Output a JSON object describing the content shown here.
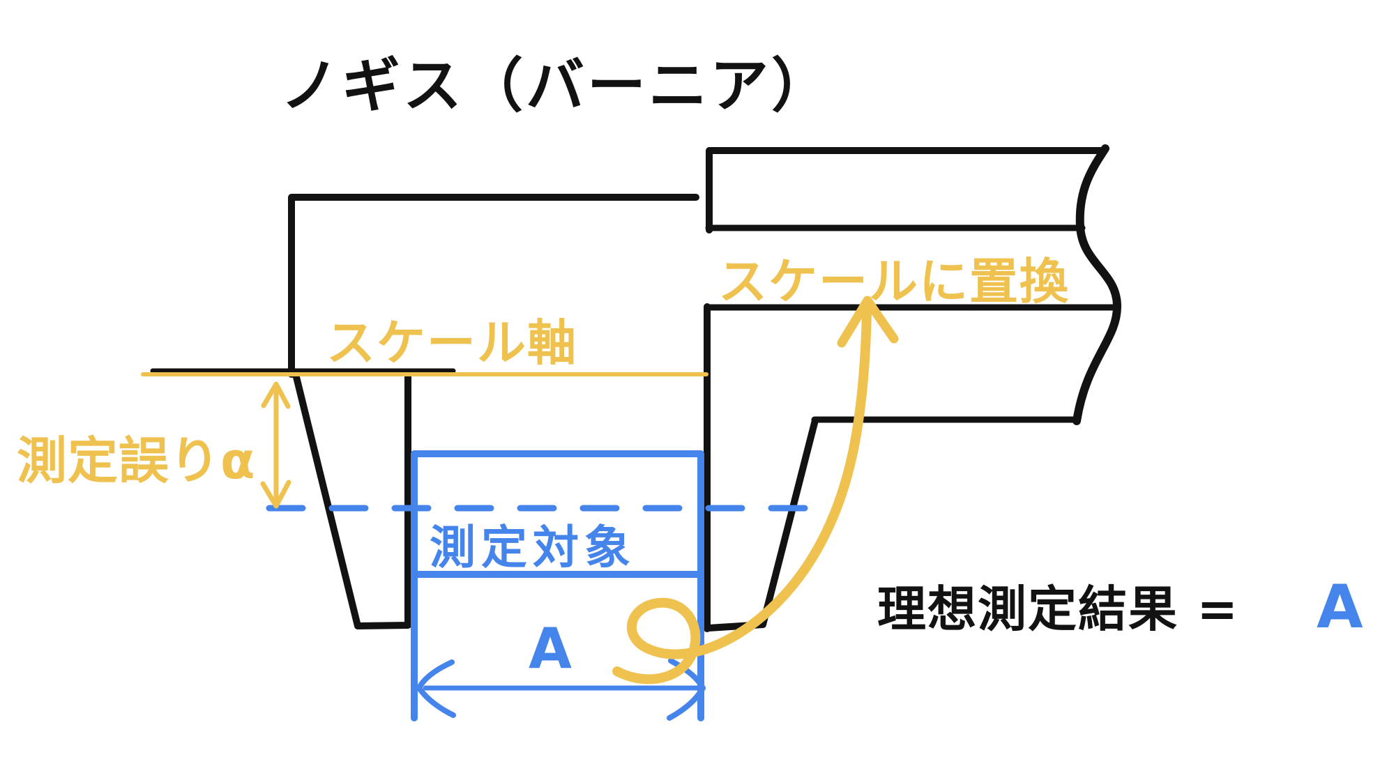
{
  "title": "ノギス（バーニア）",
  "colors": {
    "yellow": "#EFC14F",
    "blue": "#4484EB",
    "black": "#121212",
    "background": "#FFFFFF"
  },
  "labels": {
    "scale_axis": "スケール軸",
    "replace_with_scale": "スケールに置換",
    "measurement_error": "測定誤りα",
    "measured_object": "測定対象",
    "dimension_value": "A",
    "ideal_result_prefix": "理想測定結果 =",
    "ideal_result_value": "A"
  }
}
